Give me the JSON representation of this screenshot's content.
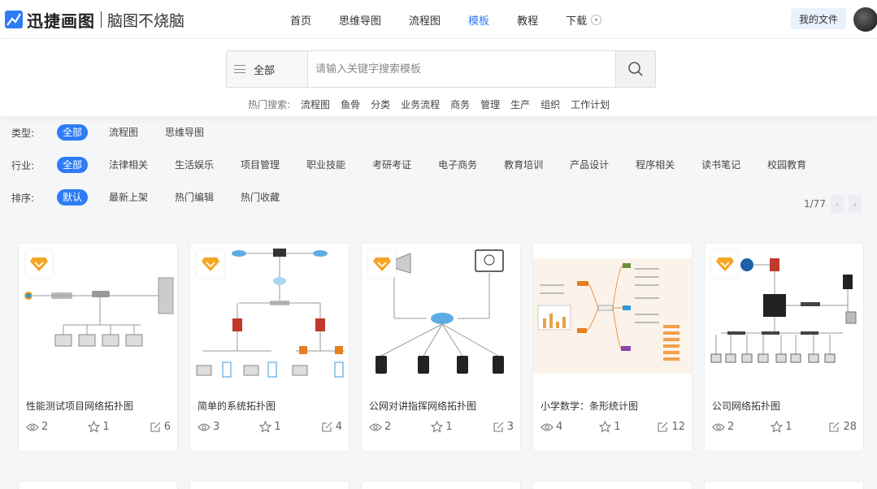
{
  "header": {
    "logo_name": "迅捷画图",
    "logo_slogan": "脑图不烧脑",
    "nav": [
      {
        "label": "首页"
      },
      {
        "label": "思维导图"
      },
      {
        "label": "流程图"
      },
      {
        "label": "模板",
        "active": true
      },
      {
        "label": "教程"
      },
      {
        "label": "下载"
      }
    ],
    "my_files": "我的文件"
  },
  "search": {
    "category": "全部",
    "placeholder": "请输入关键字搜索模板",
    "hot_label": "热门搜索:",
    "hot_items": [
      "流程图",
      "鱼骨",
      "分类",
      "业务流程",
      "商务",
      "管理",
      "生产",
      "组织",
      "工作计划"
    ]
  },
  "filters": {
    "type": {
      "label": "类型:",
      "options": [
        "全部",
        "流程图",
        "思维导图"
      ],
      "active": 0
    },
    "industry": {
      "label": "行业:",
      "options": [
        "全部",
        "法律相关",
        "生活娱乐",
        "项目管理",
        "职业技能",
        "考研考证",
        "电子商务",
        "教育培训",
        "产品设计",
        "程序相关",
        "读书笔记",
        "校园教育"
      ],
      "active": 0
    },
    "sort": {
      "label": "排序:",
      "options": [
        "默认",
        "最新上架",
        "热门编辑",
        "热门收藏"
      ],
      "active": 0
    }
  },
  "pager": {
    "text": "1/77"
  },
  "cards": [
    {
      "title": "性能测试项目网络拓扑图",
      "views": "2",
      "stars": "1",
      "edits": "6",
      "vip": true
    },
    {
      "title": "简单的系统拓扑图",
      "views": "3",
      "stars": "1",
      "edits": "4",
      "vip": true
    },
    {
      "title": "公网对讲指挥网络拓扑图",
      "views": "2",
      "stars": "1",
      "edits": "3",
      "vip": true
    },
    {
      "title": "小学数学：条形统计图",
      "views": "4",
      "stars": "1",
      "edits": "12",
      "vip": false
    },
    {
      "title": "公司网络拓扑图",
      "views": "2",
      "stars": "1",
      "edits": "28",
      "vip": true
    }
  ],
  "colors": {
    "accent": "#2e7cf6",
    "vip": "#f5a623"
  }
}
